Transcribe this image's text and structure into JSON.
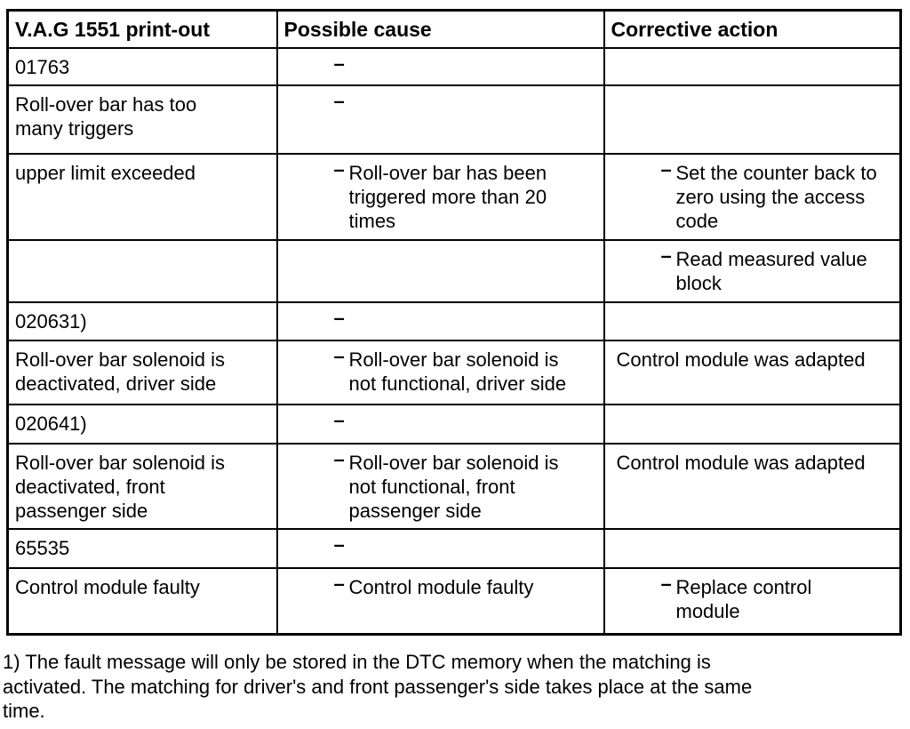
{
  "table": {
    "headers": {
      "printout": "V.A.G 1551 print-out",
      "cause": "Possible cause",
      "action": "Corrective action"
    },
    "rows": [
      {
        "printout": "01763",
        "cause_bullet": "–",
        "cause": "",
        "action_bullet": "",
        "action": ""
      },
      {
        "printout": "Roll-over bar has too\nmany triggers",
        "cause_bullet": "–",
        "cause": "",
        "action_bullet": "",
        "action": ""
      },
      {
        "printout": "upper limit exceeded",
        "cause_bullet": "–",
        "cause": "Roll-over bar has been\ntriggered more than 20\ntimes",
        "action_bullet": "–",
        "action": "Set the counter back to\nzero using the access\ncode"
      },
      {
        "printout": "",
        "cause_bullet": "",
        "cause": "",
        "action_bullet": "–",
        "action": "Read measured value\nblock"
      },
      {
        "printout": "020631)",
        "cause_bullet": "–",
        "cause": "",
        "action_bullet": "",
        "action": ""
      },
      {
        "printout": "Roll-over bar solenoid is\ndeactivated, driver side",
        "cause_bullet": "–",
        "cause": "Roll-over bar solenoid is\nnot functional, driver side",
        "action_bullet": "",
        "action": "Control module was adapted"
      },
      {
        "printout": "020641)",
        "cause_bullet": "–",
        "cause": "",
        "action_bullet": "",
        "action": ""
      },
      {
        "printout": "Roll-over bar solenoid is\ndeactivated, front\npassenger side",
        "cause_bullet": "–",
        "cause": "Roll-over bar solenoid is\nnot functional, front\npassenger side",
        "action_bullet": "",
        "action": "Control module was adapted"
      },
      {
        "printout": "65535",
        "cause_bullet": "–",
        "cause": "",
        "action_bullet": "",
        "action": ""
      },
      {
        "printout": "Control module faulty",
        "cause_bullet": "–",
        "cause": "Control module faulty",
        "action_bullet": "–",
        "action": "Replace control\nmodule"
      }
    ]
  },
  "footnote": {
    "lines": [
      "1) The fault message will only be stored in the DTC memory when the matching is",
      "activated. The matching for driver's and front passenger's side takes place at the same",
      "time."
    ]
  }
}
